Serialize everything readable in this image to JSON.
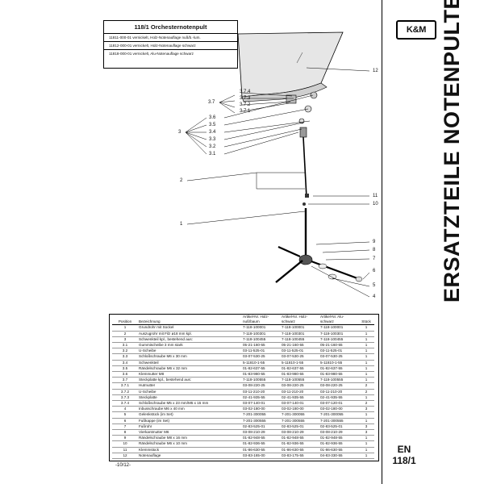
{
  "brand": {
    "logo_text": "K&M"
  },
  "side_title": "ERSATZTEILE NOTENPULTE",
  "lang": {
    "code": "EN",
    "number": "118/1"
  },
  "header_box": {
    "title": "118/1 Orchesternotenpult",
    "variants": [
      "11811-000-01 vernickelt, Holz-Notenauflage nuß/b.-lum.",
      "11812-000-01 vernickelt, Holz-Notenauflage schwarz",
      "11818-000-01 vernickelt, Alu-Notenauflage schwarz"
    ]
  },
  "callouts": {
    "left": [
      "3.7",
      "3",
      "2",
      "1"
    ],
    "middle": [
      "3.7.4",
      "3.7.3",
      "3.7.2",
      "3.7.1",
      "3.6",
      "3.5",
      "3.4",
      "3.3",
      "3.2",
      "3.1"
    ],
    "right": [
      "12",
      "11",
      "10",
      "9",
      "8",
      "7",
      "6",
      "5",
      "4"
    ]
  },
  "table": {
    "headers": [
      "Position",
      "Bezeichnung",
      "Artikel-Nr. Holz-nuß/baum",
      "Artikel-Nr. Holz-schwarz",
      "Artikel-Nr. Alu-schwarz",
      "Stück"
    ],
    "rows": [
      [
        "1",
        "Grundrohr mit Sockel",
        "7-118-100001",
        "7-118-100001",
        "7-118-100001",
        "1"
      ],
      [
        "2",
        "Auszugrohr mit Filz ø18 mm kpl.",
        "7-118-100301",
        "7-118-100301",
        "7-118-100301",
        "1"
      ],
      [
        "3",
        "Schwenkteil kpl., bestehend aus:",
        "7-118-100455",
        "7-118-100455",
        "7-118-100455",
        "1"
      ],
      [
        "3.1",
        "Gummischeibe 3 mm stark",
        "05-21-160-55",
        "05-21-160-55",
        "05-21-160-55",
        "1"
      ],
      [
        "3.2",
        "U-Scheibe",
        "03-11-525-01",
        "03-11-525-01",
        "03-11-525-01",
        "1"
      ],
      [
        "3.3",
        "Schloßschraube M6 x 30 mm",
        "03-07-530-25",
        "03-07-530-25",
        "03-07-530-25",
        "1"
      ],
      [
        "3.4",
        "Schwenkteil",
        "5-11810-1-55",
        "5-11810-1-55",
        "5-11810-1-55",
        "1"
      ],
      [
        "3.5",
        "Rändelschraube M6 x 32 mm",
        "01-82-637-55",
        "01-82-637-55",
        "01-82-637-55",
        "1"
      ],
      [
        "3.6",
        "Klemmutter M8",
        "01-83-980-55",
        "01-83-980-55",
        "01-83-980-55",
        "1"
      ],
      [
        "3.7",
        "Steckplatte kpl., bestehend aus:",
        "7-118-100555",
        "7-118-100555",
        "7-118-100555",
        "1"
      ],
      [
        "3.7.1",
        "Hutmutter",
        "03-08-220-25",
        "03-08-220-25",
        "03-08-220-25",
        "2"
      ],
      [
        "3.7.2",
        "U-Scheibe",
        "03-11-210-20",
        "03-11-210-20",
        "03-11-210-20",
        "2"
      ],
      [
        "3.7.3",
        "Steckplatte",
        "02-41-935-55",
        "02-41-935-55",
        "02-41-935-55",
        "1"
      ],
      [
        "3.7.4",
        "Schloßschraube M5 x 23 mm/M5 x 15 mm",
        "03-07-140-01",
        "03-07-140-01",
        "03-07-120-01",
        "2"
      ],
      [
        "4",
        "Inbusschraube M6 x 40 mm",
        "03-02-180-00",
        "03-02-180-00",
        "03-02-180-00",
        "3"
      ],
      [
        "5",
        "Gelenkstück (im Set)",
        "7-201-300055",
        "7-201-300055",
        "7-201-300055",
        "1"
      ],
      [
        "6",
        "Fußkappe (im Set)",
        "7-201-300555",
        "7-201-300555",
        "7-201-300555",
        "1"
      ],
      [
        "7",
        "Fußrohr",
        "02-83-525-01",
        "02-83-525-01",
        "02-83-525-01",
        "3"
      ],
      [
        "8",
        "Vierkantmutter M6",
        "03-08-210-29",
        "03-08-210-29",
        "03-08-210-29",
        "3"
      ],
      [
        "9",
        "Rändelschraube M8 x 16 mm",
        "01-82-948-55",
        "01-82-948-55",
        "01-82-948-55",
        "1"
      ],
      [
        "10",
        "Rändelschraube M6 x 10 mm",
        "01-82-936-55",
        "01-82-936-55",
        "01-82-936-55",
        "1"
      ],
      [
        "11",
        "Klemmstück",
        "01-86-630-55",
        "01-86-630-55",
        "01-86-630-55",
        "1"
      ],
      [
        "12",
        "Notenauflage",
        "03-83-165-00",
        "03-83-175-55",
        "04-83-330-55",
        "1"
      ]
    ]
  },
  "page_number": "-10/12-"
}
